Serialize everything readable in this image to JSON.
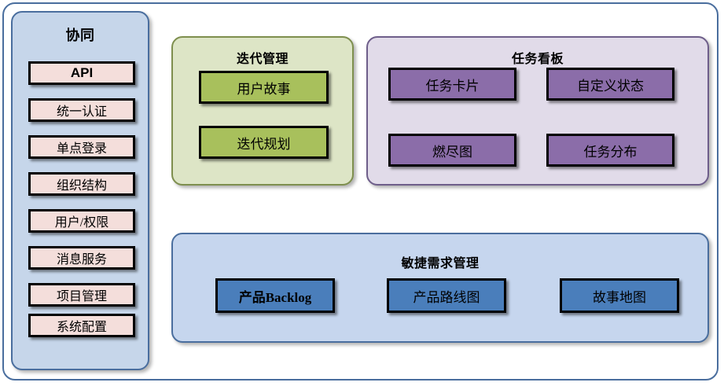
{
  "diagram": {
    "title_hidden": "",
    "colors": {
      "frame_border": "#4A6E9E",
      "sidebar_bg": "#C6D6EA",
      "sidebar_item_bg": "#F4DEDB",
      "iteration_bg": "#DDE5C6",
      "iteration_item_bg": "#A8C05C",
      "taskboard_bg": "#E1DBE9",
      "taskboard_item_bg": "#8B6DA9",
      "agile_bg": "#C6D6EE",
      "agile_item_bg": "#4A7EBB",
      "item_border": "#000000"
    }
  },
  "sidebar": {
    "title": "协同",
    "items": [
      {
        "label": "API",
        "emphasis": "bold"
      },
      {
        "label": "统一认证",
        "emphasis": "normal"
      },
      {
        "label": "单点登录",
        "emphasis": "normal"
      },
      {
        "label": "组织结构",
        "emphasis": "normal"
      },
      {
        "label": "用户/权限",
        "emphasis": "normal"
      },
      {
        "label": "消息服务",
        "emphasis": "normal"
      },
      {
        "label": "项目管理",
        "emphasis": "normal"
      },
      {
        "label": "系统配置",
        "emphasis": "normal"
      }
    ]
  },
  "iteration": {
    "title": "迭代管理",
    "items": [
      {
        "label": "用户故事"
      },
      {
        "label": "迭代规划"
      }
    ]
  },
  "taskboard": {
    "title": "任务看板",
    "items": [
      {
        "label": "任务卡片"
      },
      {
        "label": "自定义状态"
      },
      {
        "label": "燃尽图"
      },
      {
        "label": "任务分布"
      }
    ]
  },
  "agile": {
    "title": "敏捷需求管理",
    "items": [
      {
        "label": "产品Backlog"
      },
      {
        "label": "产品路线图"
      },
      {
        "label": "故事地图"
      }
    ]
  }
}
